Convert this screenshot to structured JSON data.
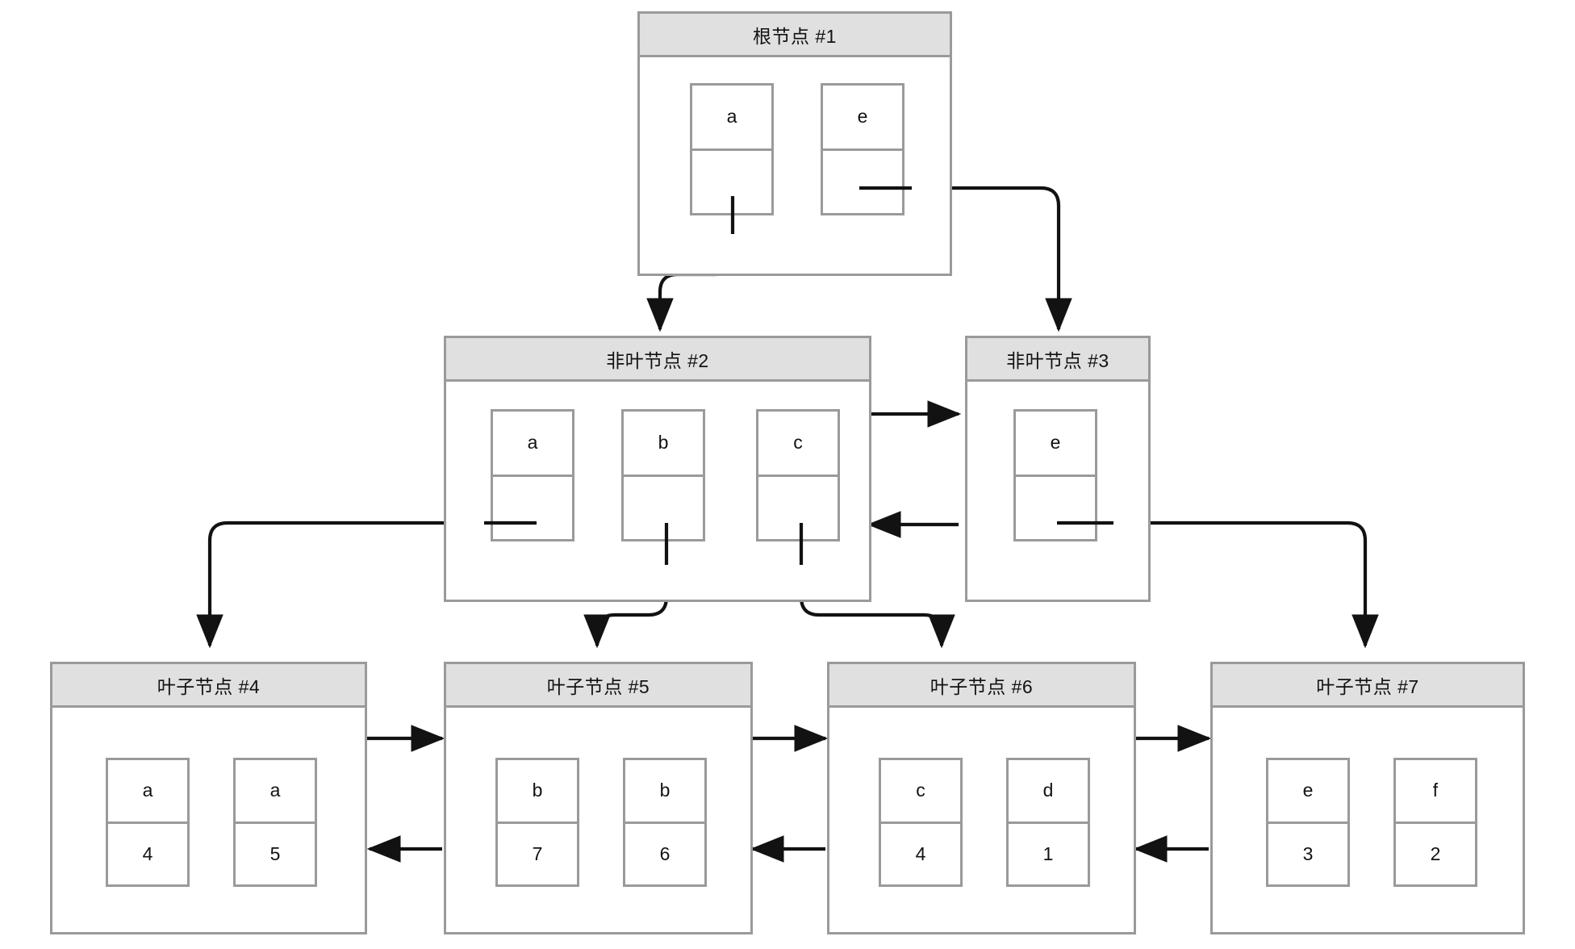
{
  "diagram": {
    "type": "b-plus-tree",
    "background": "#ffffff",
    "node_border_color": "#9a9a9a",
    "node_header_fill": "#e0e0e0",
    "connector_color": "#121212",
    "levels": [
      {
        "name": "root",
        "nodes": [
          "root1"
        ]
      },
      {
        "name": "internal",
        "nodes": [
          "internal2",
          "internal3"
        ]
      },
      {
        "name": "leaf",
        "nodes": [
          "leaf4",
          "leaf5",
          "leaf6",
          "leaf7"
        ]
      }
    ]
  },
  "nodes": {
    "root1": {
      "title": "根节点 #1",
      "cells": [
        {
          "key": "a",
          "value": ""
        },
        {
          "key": "e",
          "value": ""
        }
      ]
    },
    "internal2": {
      "title": "非叶节点 #2",
      "cells": [
        {
          "key": "a",
          "value": ""
        },
        {
          "key": "b",
          "value": ""
        },
        {
          "key": "c",
          "value": ""
        }
      ]
    },
    "internal3": {
      "title": "非叶节点 #3",
      "cells": [
        {
          "key": "e",
          "value": ""
        }
      ]
    },
    "leaf4": {
      "title": "叶子节点 #4",
      "cells": [
        {
          "key": "a",
          "value": "4"
        },
        {
          "key": "a",
          "value": "5"
        }
      ]
    },
    "leaf5": {
      "title": "叶子节点 #5",
      "cells": [
        {
          "key": "b",
          "value": "7"
        },
        {
          "key": "b",
          "value": "6"
        }
      ]
    },
    "leaf6": {
      "title": "叶子节点 #6",
      "cells": [
        {
          "key": "c",
          "value": "4"
        },
        {
          "key": "d",
          "value": "1"
        }
      ]
    },
    "leaf7": {
      "title": "叶子节点 #7",
      "cells": [
        {
          "key": "e",
          "value": "3"
        },
        {
          "key": "f",
          "value": "2"
        }
      ]
    }
  },
  "edges": [
    {
      "from": "root1.cell0",
      "to": "internal2",
      "kind": "child-pointer"
    },
    {
      "from": "root1.cell1",
      "to": "internal3",
      "kind": "child-pointer"
    },
    {
      "from": "root1.cell0",
      "to": "root1.cell1",
      "kind": "next-key"
    },
    {
      "from": "internal2.cell0",
      "to": "leaf4",
      "kind": "child-pointer"
    },
    {
      "from": "internal2.cell1",
      "to": "leaf5",
      "kind": "child-pointer"
    },
    {
      "from": "internal2.cell2",
      "to": "leaf6",
      "kind": "child-pointer"
    },
    {
      "from": "internal3.cell0",
      "to": "leaf7",
      "kind": "child-pointer"
    },
    {
      "from": "internal2",
      "to": "internal3",
      "kind": "sibling-next"
    },
    {
      "from": "internal3",
      "to": "internal2",
      "kind": "sibling-prev"
    },
    {
      "from": "leaf4",
      "to": "leaf5",
      "kind": "sibling-next"
    },
    {
      "from": "leaf5",
      "to": "leaf4",
      "kind": "sibling-prev"
    },
    {
      "from": "leaf5",
      "to": "leaf6",
      "kind": "sibling-next"
    },
    {
      "from": "leaf6",
      "to": "leaf5",
      "kind": "sibling-prev"
    },
    {
      "from": "leaf6",
      "to": "leaf7",
      "kind": "sibling-next"
    },
    {
      "from": "leaf7",
      "to": "leaf6",
      "kind": "sibling-prev"
    }
  ]
}
